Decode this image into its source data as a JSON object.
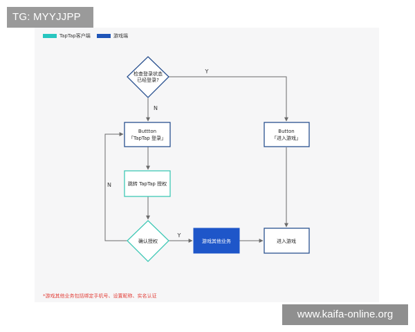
{
  "watermark_tg": "TG: MYYJJPP",
  "watermark_site": "www.kaifa-online.org",
  "legend": [
    {
      "label": "TapTap客户端",
      "color": "#28c6c0"
    },
    {
      "label": "游戏端",
      "color": "#1f55b8"
    }
  ],
  "colors": {
    "taptap": "#3ec8b5",
    "game": "#28508f",
    "game_fill": "#1e56c9",
    "edge": "#6b6b6b",
    "footnote": "#e2403a"
  },
  "nodes": {
    "check_login": {
      "lines": [
        "检查登录状态",
        "已经登录?"
      ]
    },
    "taptap_login_button": {
      "lines": [
        "Buttton",
        "「TapTap 登录」"
      ]
    },
    "enter_game_button": {
      "lines": [
        "Button",
        "「进入游戏」"
      ]
    },
    "jump_authorize": {
      "lines": [
        "跳转 TapTap 授权"
      ]
    },
    "confirm_authorize": {
      "lines": [
        "确认授权"
      ]
    },
    "other_business": {
      "lines": [
        "游戏其他业务"
      ]
    },
    "enter_game": {
      "lines": [
        "进入游戏"
      ]
    }
  },
  "edge_labels": {
    "check_yes": "Y",
    "check_no": "N",
    "confirm_no": "N",
    "confirm_yes": "Y"
  },
  "footnote": "*游戏其他业务包括绑定手机号、设置昵称、实名认证"
}
